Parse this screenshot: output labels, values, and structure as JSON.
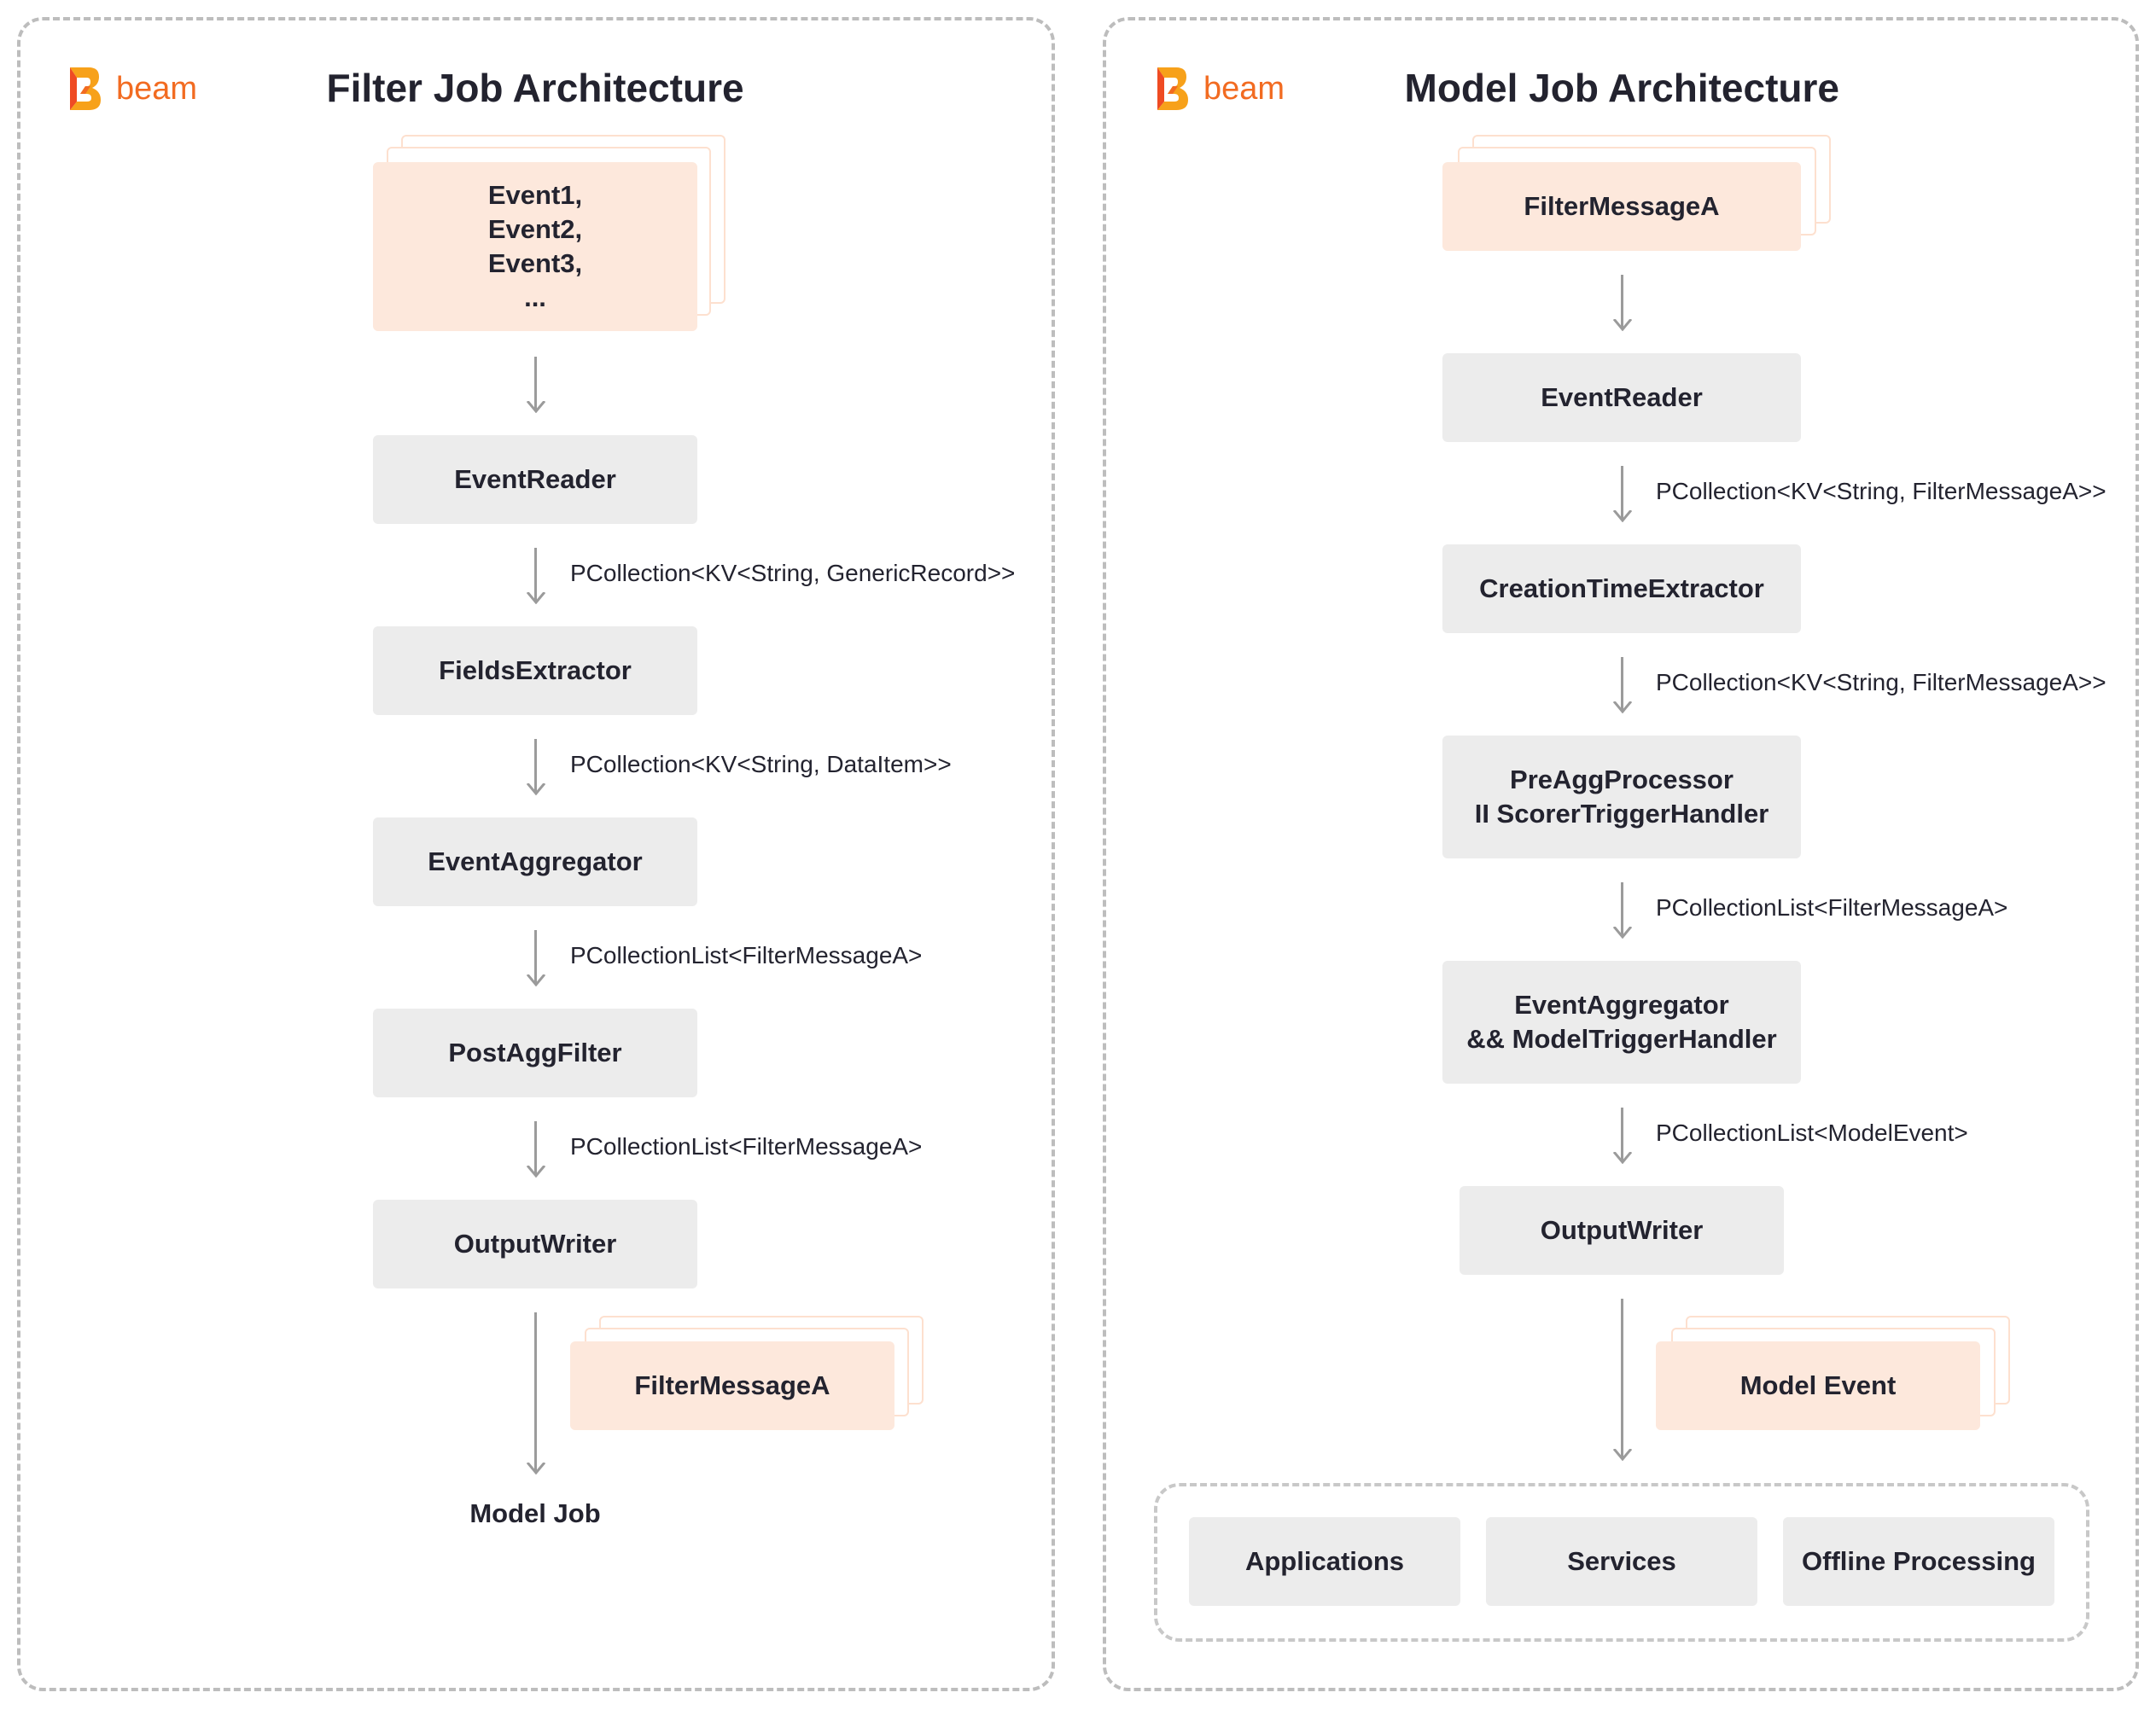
{
  "colors": {
    "accent": "#f26b21",
    "peach_box": "#fde8dc",
    "gray_box": "#ececec",
    "dashed_border": "#bdbdbd",
    "arrow": "#9b9b9b"
  },
  "filter_job": {
    "logo_text": "beam",
    "title": "Filter Job Architecture",
    "input_box": "Event1,\nEvent2,\nEvent3,\n...",
    "steps": [
      "EventReader",
      "FieldsExtractor",
      "EventAggregator",
      "PostAggFilter",
      "OutputWriter"
    ],
    "edge_labels": [
      "PCollection<KV<String, GenericRecord>>",
      "PCollection<KV<String, DataItem>>",
      "PCollectionList<FilterMessageA>",
      "PCollectionList<FilterMessageA>"
    ],
    "output_box": "FilterMessageA",
    "destination": "Model Job"
  },
  "model_job": {
    "logo_text": "beam",
    "title": "Model Job Architecture",
    "input_box": "FilterMessageA",
    "steps": [
      "EventReader",
      "CreationTimeExtractor",
      "PreAggProcessor\nII ScorerTriggerHandler",
      "EventAggregator\n&& ModelTriggerHandler",
      "OutputWriter"
    ],
    "edge_labels": [
      "PCollection<KV<String, FilterMessageA>>",
      "PCollection<KV<String, FilterMessageA>>",
      "PCollectionList<FilterMessageA>",
      "PCollectionList<ModelEvent>"
    ],
    "output_box": "Model Event",
    "consumers": [
      "Applications",
      "Services",
      "Offline Processing"
    ]
  }
}
